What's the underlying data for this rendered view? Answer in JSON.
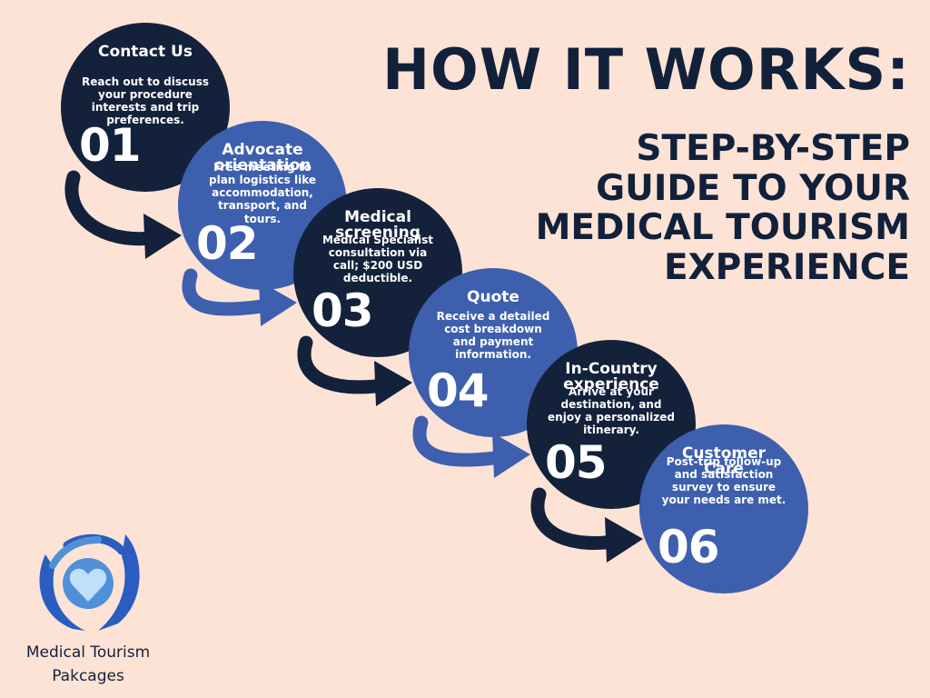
{
  "heading": {
    "title": "HOW IT WORKS:",
    "subtitle_lines": [
      "STEP-BY-STEP",
      "GUIDE TO YOUR",
      "MEDICAL TOURISM",
      "EXPERIENCE"
    ]
  },
  "steps": [
    {
      "number": "01",
      "title_lines": [
        "Contact Us"
      ],
      "description_lines": [
        "Reach out to discuss",
        "your procedure",
        "interests and trip",
        "preferences."
      ],
      "style": "dark"
    },
    {
      "number": "02",
      "title_lines": [
        "Advocate",
        "orientation"
      ],
      "description_lines": [
        "Free meeting to",
        "plan logistics like",
        "accommodation,",
        "transport, and",
        "tours."
      ],
      "style": "blue"
    },
    {
      "number": "03",
      "title_lines": [
        "Medical",
        "screening"
      ],
      "description_lines": [
        "Medical Specialist",
        "consultation via",
        "call; $200 USD",
        "deductible."
      ],
      "style": "dark"
    },
    {
      "number": "04",
      "title_lines": [
        "Quote"
      ],
      "description_lines": [
        "Receive a detailed",
        "cost breakdown",
        "and payment",
        "information."
      ],
      "style": "blue"
    },
    {
      "number": "05",
      "title_lines": [
        "In-Country",
        "experience"
      ],
      "description_lines": [
        "Arrive at your",
        "destination, and",
        "enjoy a personalized",
        "itinerary."
      ],
      "style": "dark"
    },
    {
      "number": "06",
      "title_lines": [
        "Customer",
        "Care"
      ],
      "description_lines": [
        "Post-trip follow-up",
        "and satisfaction",
        "survey to ensure",
        "your needs are met."
      ],
      "style": "blue"
    }
  ],
  "brand": {
    "name_lines": [
      "Medical Tourism",
      "Pakcages"
    ]
  },
  "icons": {
    "logo": "heart-hands-icon",
    "connector": "curved-arrow-icon"
  },
  "colors": {
    "background": "#fde3d6",
    "navy": "#13213b",
    "blue": "#3d5fad",
    "light_blue": "#4f90d9"
  }
}
